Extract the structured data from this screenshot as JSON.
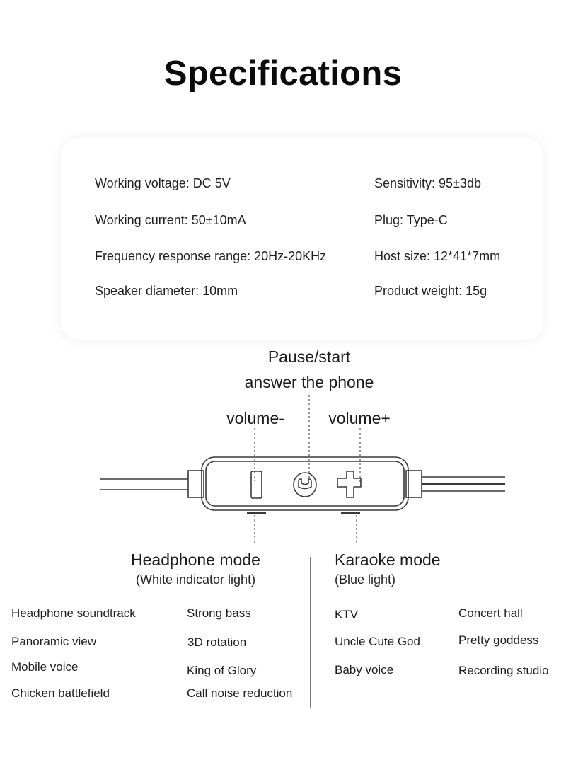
{
  "title": "Specifications",
  "specs": {
    "left": [
      "Working voltage: DC 5V",
      "Working current: 50±10mA",
      "Frequency response range: 20Hz-20KHz",
      "Speaker diameter: 10mm"
    ],
    "right": [
      "Sensitivity: 95±3db",
      "Plug: Type-C",
      "Host size: 12*41*7mm",
      "Product weight: 15g"
    ]
  },
  "controls": {
    "pause_line1": "Pause/start",
    "pause_line2": "answer the phone",
    "volume_down": "volume-",
    "volume_up": "volume+",
    "icons": [
      "volume-down-bar-icon",
      "phone-handset-icon",
      "plus-cross-icon"
    ]
  },
  "modes": {
    "headphone": {
      "title": "Headphone mode",
      "subtitle": "(White indicator light)",
      "col1": [
        "Headphone soundtrack",
        "Panoramic view",
        "Mobile voice",
        "Chicken battlefield"
      ],
      "col2": [
        "Strong bass",
        "3D rotation",
        "King of Glory",
        "Call noise reduction"
      ]
    },
    "karaoke": {
      "title": "Karaoke mode",
      "subtitle": "(Blue light)",
      "col1": [
        "KTV",
        "Uncle Cute God",
        "Baby voice"
      ],
      "col2": [
        "Concert hall",
        "Pretty goddess",
        "Recording studio"
      ]
    }
  }
}
